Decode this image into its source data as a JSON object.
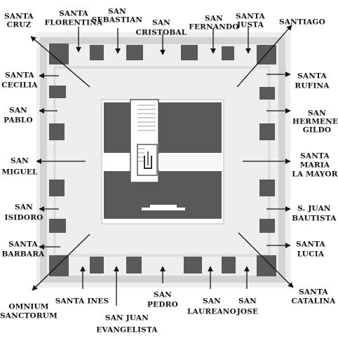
{
  "colors": {
    "paper": "#eeeeec",
    "frame": "#d3d3d1",
    "block": "#595959",
    "line": "#111111",
    "text": "#111111"
  },
  "labels": {
    "santa_cruz": [
      "SANTA",
      "CRUZ"
    ],
    "santa_florentina": [
      "SANTA",
      "FLORENTINA"
    ],
    "san_sebastian": [
      "SAN",
      "SEBASTIAN"
    ],
    "san_cristobal": [
      "SAN",
      "CRISTOBAL"
    ],
    "san_fernando": [
      "SAN",
      "FERNANDO"
    ],
    "santa_justa": [
      "SANTA",
      "JUSTA"
    ],
    "santiago": [
      "SANTIAGO"
    ],
    "santa_cecilia": [
      "SANTA",
      "CECILIA"
    ],
    "santa_rufina": [
      "SANTA",
      "RUFINA"
    ],
    "san_pablo": [
      "SAN",
      "PABLO"
    ],
    "san_hermenegildo": [
      "SAN",
      "HERMENE-",
      "GILDO"
    ],
    "san_miguel": [
      "SAN",
      "MIGUEL"
    ],
    "santa_maria_la_mayor": [
      "SANTA",
      "MARIA",
      "LA MAYOR"
    ],
    "san_isidoro": [
      "SAN",
      "ISIDORO"
    ],
    "s_juan_bautista": [
      "S. JUAN",
      "BAUTISTA"
    ],
    "santa_barbara": [
      "SANTA",
      "BARBARA"
    ],
    "santa_lucia": [
      "SANTA",
      "LUCIA"
    ],
    "omnium_sanctorum": [
      "OMNIUM",
      "SANCTORUM"
    ],
    "santa_ines": [
      "SANTA INES"
    ],
    "san_juan_evangelista": [
      "SAN JUAN",
      "EVANGELISTA"
    ],
    "san_pedro": [
      "SAN",
      "PEDRO"
    ],
    "san_laureano": [
      "SAN",
      "LAUREANO"
    ],
    "san_jose": [
      "SAN",
      "JOSE"
    ],
    "santa_catalina": [
      "SANTA",
      "CATALINA"
    ]
  }
}
